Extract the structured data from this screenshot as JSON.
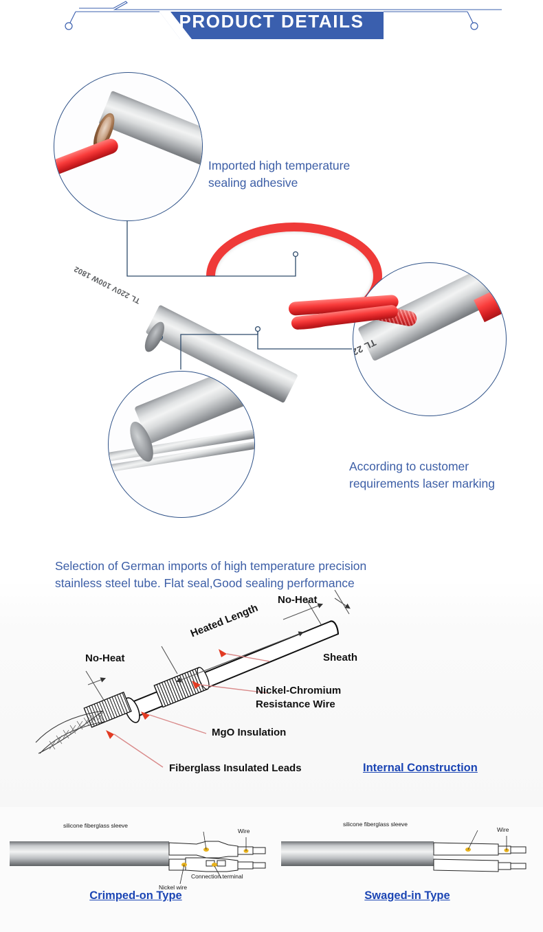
{
  "header": {
    "title": "PRODUCT DETAILS",
    "banner_color": "#3a5fae",
    "banner_line_color": "#3a5fae"
  },
  "photo_section": {
    "line_color": "#2d4a6b",
    "circle_border_color": "#2f5288",
    "caption_color": "#3c5ea6",
    "captions": [
      {
        "id": "sealing-adhesive",
        "line1": "Imported high temperature",
        "line2": "sealing adhesive"
      },
      {
        "id": "laser-marking",
        "line1": "According to customer",
        "line2": "requirements laser marking"
      },
      {
        "id": "stainless-tube",
        "line1": "Selection of German imports of high temperature precision",
        "line2": "stainless steel tube. Flat seal,Good sealing performance"
      }
    ],
    "laser_mark_text": "TL 220V 100W 1802"
  },
  "diagram": {
    "title": "Internal Construction",
    "title_color": "#1b45b4",
    "labels": {
      "no_heat_left": "No-Heat",
      "no_heat_right": "No-Heat",
      "heated_length": "Heated Length",
      "sheath": "Sheath",
      "nickel_chromium_1": "Nickel-Chromium",
      "nickel_chromium_2": "Resistance Wire",
      "mgo": "MgO Insulation",
      "fiberglass": "Fiberglass Insulated  Leads"
    },
    "leader_color": "#d98a8a",
    "arrow_color": "#e23b23"
  },
  "types": [
    {
      "id": "crimped-on",
      "title": "Crimped-on Type",
      "callouts": {
        "sleeve": "silicone fiberglass sleeve",
        "wire": "Wire",
        "nickel_wire": "Nickel wire",
        "connection_terminal": "Connection terminal"
      }
    },
    {
      "id": "swaged-in",
      "title": "Swaged-in Type",
      "callouts": {
        "sleeve": "silicone fiberglass sleeve",
        "wire": "Wire"
      }
    }
  ]
}
